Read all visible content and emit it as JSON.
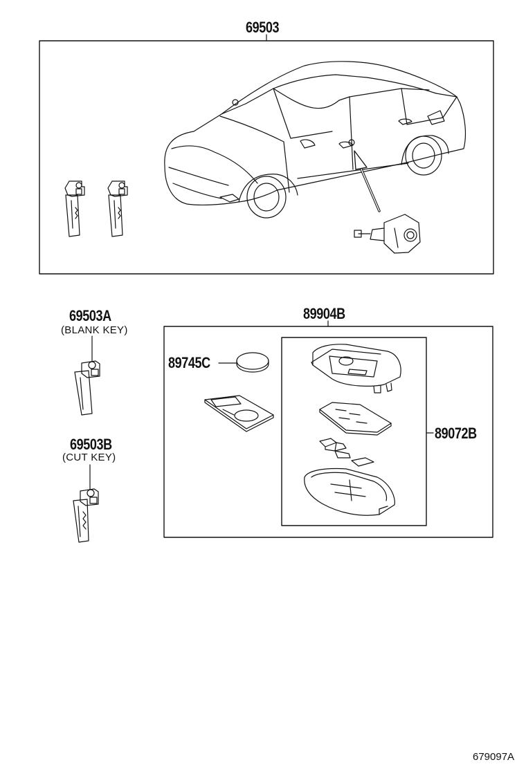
{
  "parts": {
    "kit_main": "69503",
    "blank_key": "69503A",
    "blank_key_note": "(BLANK KEY)",
    "cut_key": "69503B",
    "cut_key_note": "(CUT KEY)",
    "transmitter_assy": "89904B",
    "battery": "89745C",
    "transmitter_case": "89072B"
  },
  "diagram_code": "679097A",
  "icons": {
    "car": "sedan-car-icon",
    "key": "key-icon",
    "lock_cylinder": "door-lock-cylinder-icon",
    "battery": "coin-battery-icon",
    "fob": "smart-key-fob-icon"
  }
}
